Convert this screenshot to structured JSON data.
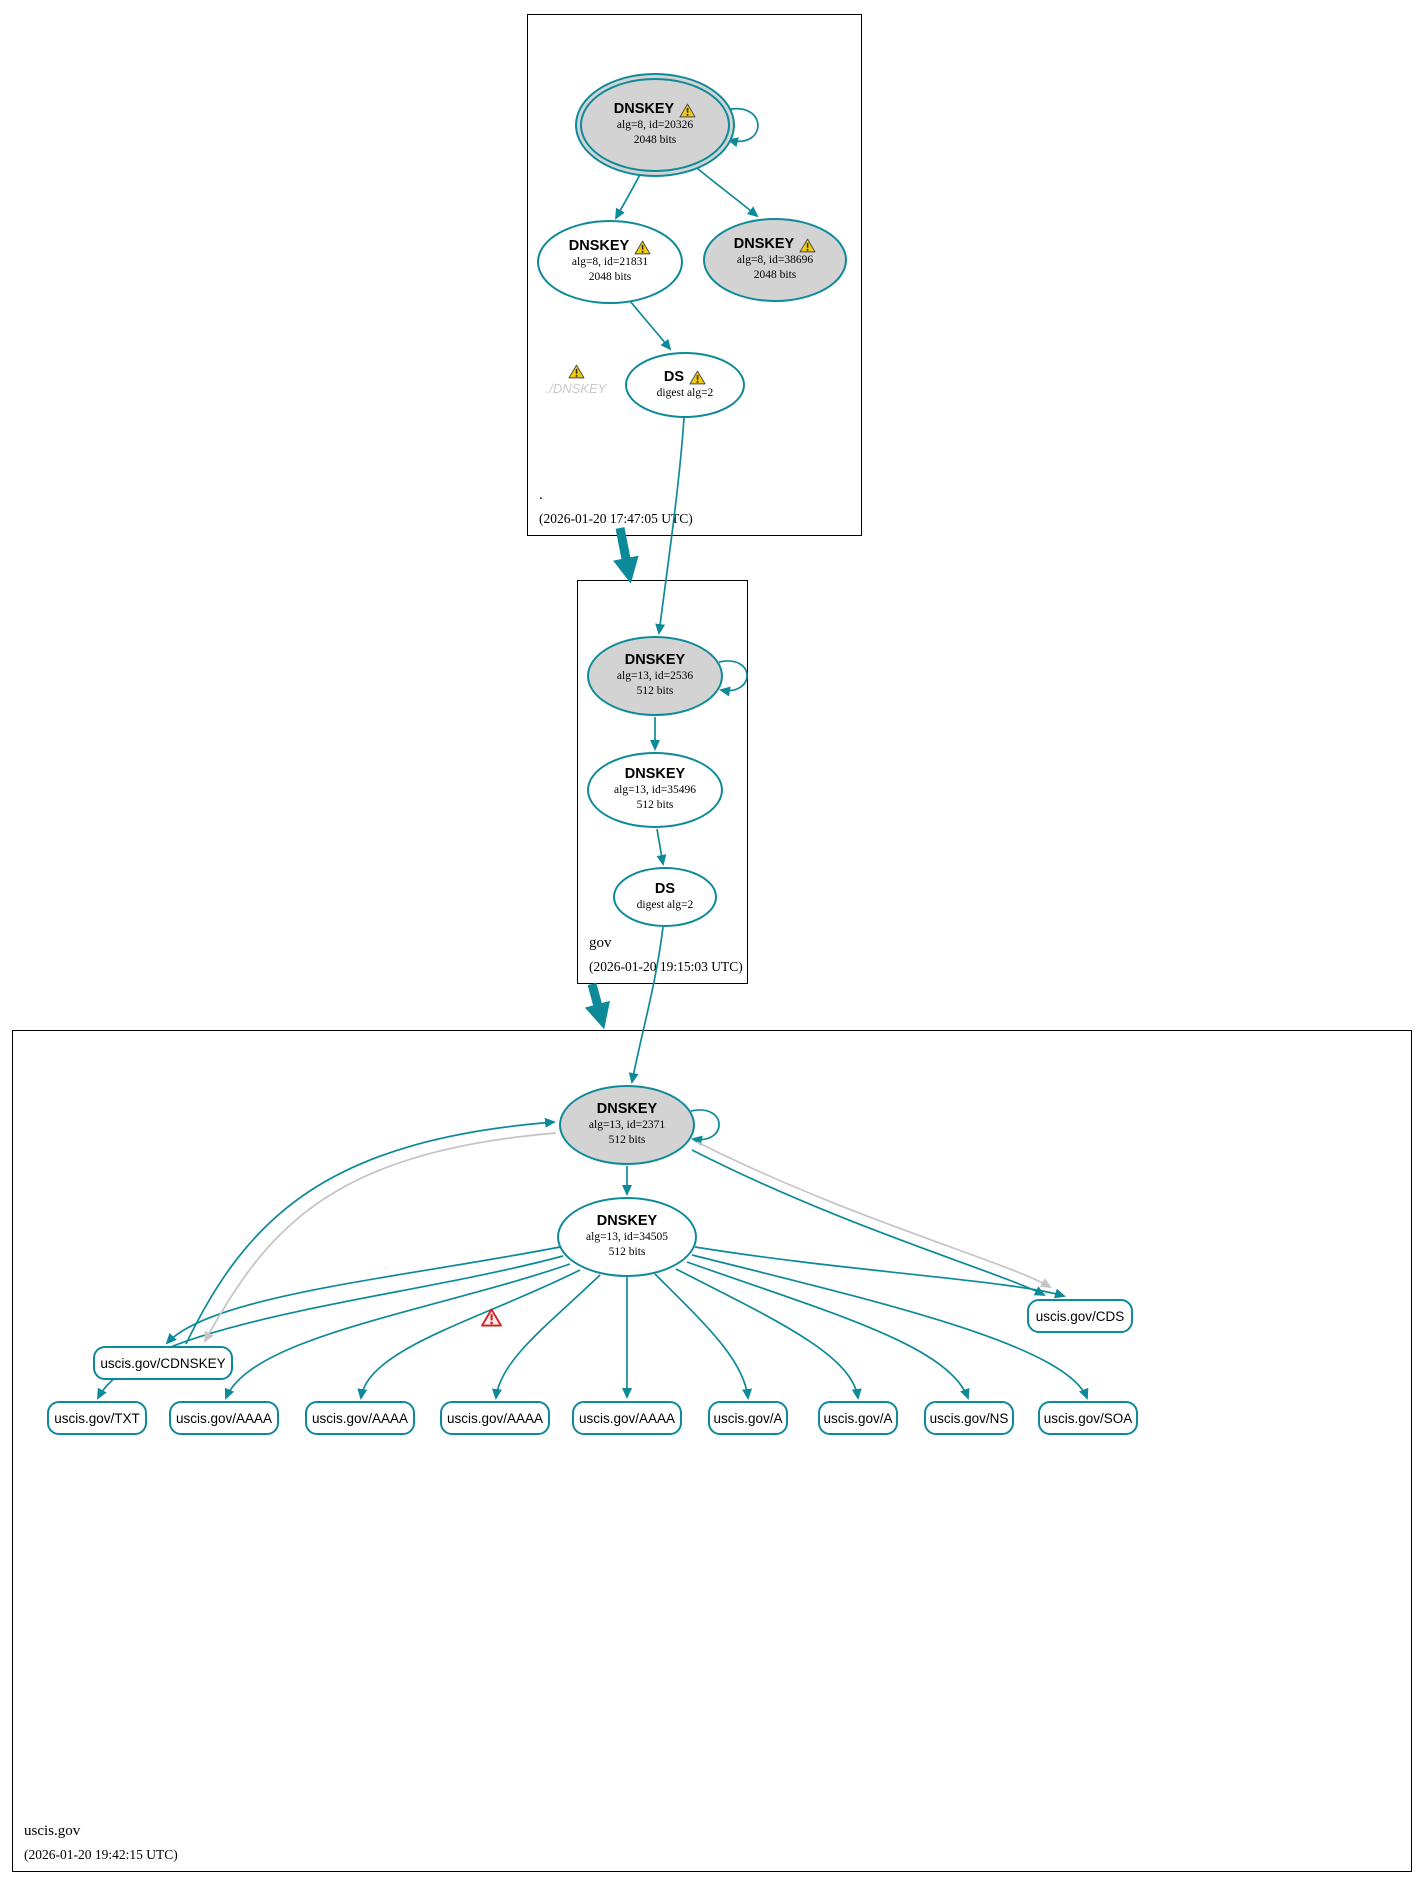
{
  "graph_type": "dnssec-authentication-chain",
  "zones": {
    "root": {
      "name": ".",
      "timestamp": "(2026-01-20 17:47:05 UTC)",
      "ksk": {
        "type": "DNSKEY",
        "params": "alg=8, id=20326",
        "size": "2048 bits"
      },
      "zsk_a": {
        "type": "DNSKEY",
        "params": "alg=8, id=21831",
        "size": "2048 bits"
      },
      "zsk_b": {
        "type": "DNSKEY",
        "params": "alg=8, id=38696",
        "size": "2048 bits"
      },
      "ds": {
        "type": "DS",
        "params": "digest alg=2"
      },
      "ghost_label": "./DNSKEY"
    },
    "gov": {
      "name": "gov",
      "timestamp": "(2026-01-20 19:15:03 UTC)",
      "ksk": {
        "type": "DNSKEY",
        "params": "alg=13, id=2536",
        "size": "512 bits"
      },
      "zsk": {
        "type": "DNSKEY",
        "params": "alg=13, id=35496",
        "size": "512 bits"
      },
      "ds": {
        "type": "DS",
        "params": "digest alg=2"
      }
    },
    "uscis": {
      "name": "uscis.gov",
      "timestamp": "(2026-01-20 19:42:15 UTC)",
      "ksk": {
        "type": "DNSKEY",
        "params": "alg=13, id=2371",
        "size": "512 bits"
      },
      "zsk": {
        "type": "DNSKEY",
        "params": "alg=13, id=34505",
        "size": "512 bits"
      },
      "rrsets": {
        "cds": "uscis.gov/CDS",
        "cdnskey": "uscis.gov/CDNSKEY",
        "txt": "uscis.gov/TXT",
        "aaaa1": "uscis.gov/AAAA",
        "aaaa2": "uscis.gov/AAAA",
        "aaaa3": "uscis.gov/AAAA",
        "aaaa4": "uscis.gov/AAAA",
        "a1": "uscis.gov/A",
        "a2": "uscis.gov/A",
        "ns": "uscis.gov/NS",
        "soa": "uscis.gov/SOA"
      }
    }
  },
  "colors": {
    "secure_teal": "#0d8a99",
    "ksk_fill_gray": "#d3d3d3",
    "warning_yellow": "#f2cc0c",
    "error_red": "#cc2222",
    "insecure_gray_edge": "#c4c4c4"
  }
}
